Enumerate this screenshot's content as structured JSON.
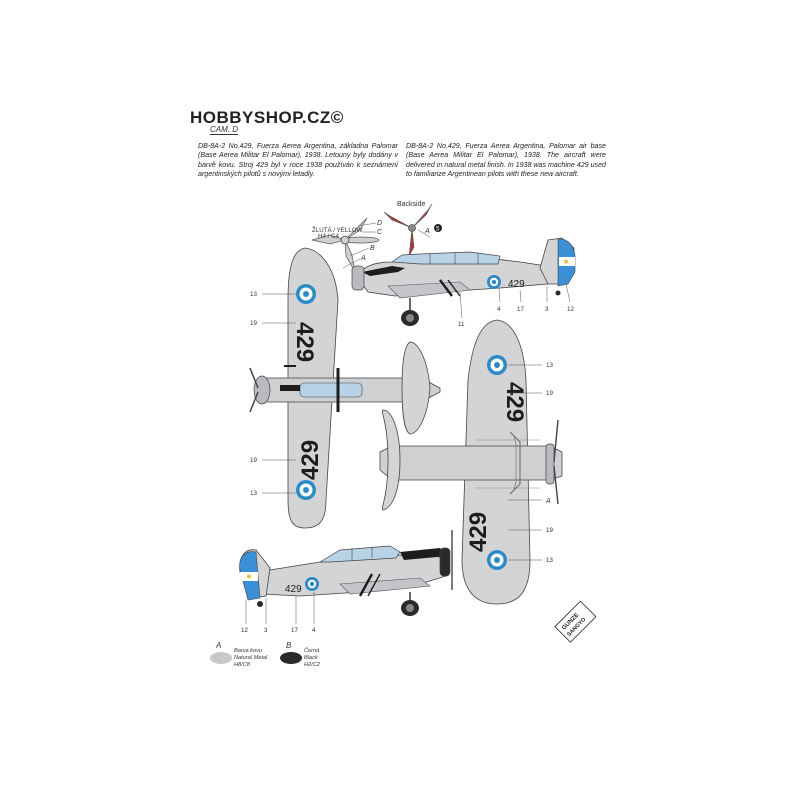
{
  "header": {
    "logo": "HOBBYSHOP.CZ",
    "logo_mark": "©",
    "scheme": "CAM. D"
  },
  "descriptions": {
    "czech": "DB-8A-2 No.429, Fuerza Aerea Argentina, základna Palomar (Base Aerea Militar El Palomar), 1938. Letouny byly dodány v barvě kovu. Stroj 429 byl v roce 1938 používán k seznámení argentinských pilotů s novými letadly.",
    "english": "DB-8A-2 No.429, Fuerza Aerea Argentina, Palomar air base (Base Aerea Militar El Palomar), 1938. The aircraft were delivered in natural metal finish. In 1938 was machine 429 used to familiarize Argentinean pilots with these new aircraft."
  },
  "propeller": {
    "backside_label": "Backside",
    "color_note_1": "ŽLUTÁ / YELLOW",
    "color_note_2": "H4 / C4"
  },
  "aircraft_code": "429",
  "callouts": {
    "c13": "13",
    "c19": "19",
    "c4": "4",
    "c17": "17",
    "c3": "3",
    "c12": "12",
    "c11": "11",
    "cA": "A",
    "cB": "B",
    "cC": "C",
    "cD": "D",
    "c5": "5"
  },
  "legend": [
    {
      "letter": "A",
      "line1": "Barva kovu",
      "line2": "Natural Metal",
      "line3": "H8/C8",
      "color": "#c8c8c8"
    },
    {
      "letter": "B",
      "line1": "Černá",
      "line2": "Black",
      "line3": "H2/C2",
      "color": "#2a2a2a"
    }
  ],
  "brand": {
    "line1": "GUNZE",
    "line2": "SANGYO"
  },
  "colors": {
    "metal": "#d3d4d6",
    "metal_dark": "#b9babd",
    "roundel_blue": "#2d8ac4",
    "black": "#1d1d1d",
    "propeller_red": "#a93a34",
    "flag_blue": "#3b8fd6"
  }
}
